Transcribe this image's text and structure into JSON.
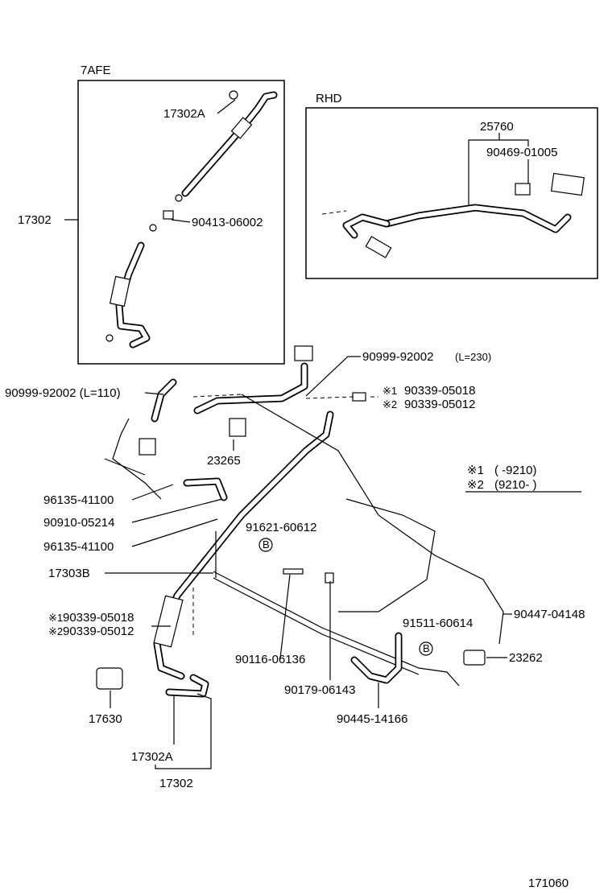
{
  "insets": {
    "left": {
      "title": "7AFE",
      "parts": [
        "17302A",
        "17302",
        "90413-06002"
      ]
    },
    "right": {
      "title": "RHD",
      "parts": [
        "25760",
        "90469-01005"
      ]
    }
  },
  "labels": {
    "p_90999_92002_230": "90999-92002",
    "p_90999_92002_230_len": "(L=230)",
    "p_90999_92002_110": "90999-92002 (L=110)",
    "p_23265": "23265",
    "p_note1_90339_05018": "90339-05018",
    "p_note2_90339_05012": "90339-05012",
    "p_96135_41100_a": "96135-41100",
    "p_90910_05214": "90910-05214",
    "p_96135_41100_b": "96135-41100",
    "p_91621_60612": "91621-60612",
    "p_17303B": "17303B",
    "p_left_note1": "90339-05018",
    "p_left_note2": "90339-05012",
    "p_91511_60614": "91511-60614",
    "p_90447_04148": "90447-04148",
    "p_90116_06136": "90116-06136",
    "p_23262": "23262",
    "p_90179_06143": "90179-06143",
    "p_17630": "17630",
    "p_90445_14166": "90445-14166",
    "p_17302A_bottom": "17302A",
    "p_17302_bottom": "17302"
  },
  "markers": {
    "note1": "※1",
    "note2": "※2",
    "small1": "※1",
    "small2": "※2",
    "left_small1": "※1",
    "left_small2": "※2",
    "bolt": "B"
  },
  "legend": {
    "row1_mark": "※1",
    "row1_range": "(        -9210)",
    "row2_mark": "※2",
    "row2_range": "(9210-          )"
  },
  "footer": {
    "diagram_number": "171060"
  }
}
